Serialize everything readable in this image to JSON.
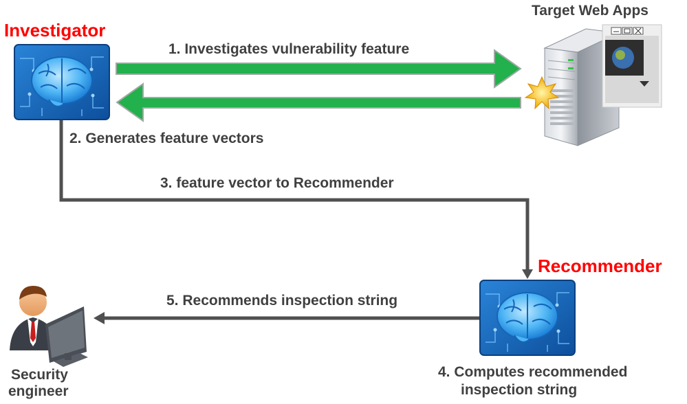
{
  "nodes": {
    "investigator": {
      "label": "Investigator",
      "icon": "brain-circuit-icon"
    },
    "recommender": {
      "label": "Recommender",
      "icon": "brain-circuit-icon"
    },
    "target": {
      "label": "Target Web Apps",
      "icon": "server-with-window-icon"
    },
    "engineer": {
      "label_line1": "Security",
      "label_line2": "engineer",
      "icon": "user-at-computer-icon"
    }
  },
  "steps": {
    "s1": "1. Investigates vulnerability feature",
    "s2": "2. Generates feature vectors",
    "s3": "3. feature vector to Recommender",
    "s4_line1": "4. Computes recommended",
    "s4_line2": "inspection string",
    "s5": "5. Recommends inspection string"
  },
  "colors": {
    "accent_red": "#ff0000",
    "arrow_green": "#22b14c",
    "connector_gray": "#505050",
    "brain_blue": "#1e6fc5"
  }
}
